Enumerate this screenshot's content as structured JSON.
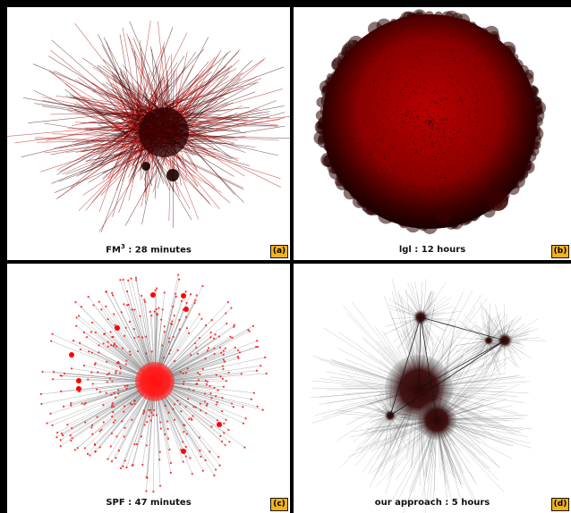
{
  "panels": [
    {
      "id": "a",
      "caption_main": "FM",
      "caption_sup": "3",
      "caption_rest": " : 28 minutes",
      "badge": "(a)"
    },
    {
      "id": "b",
      "caption": "lgl : 12 hours",
      "badge": "(b)"
    },
    {
      "id": "c",
      "caption": "SPF : 47 minutes",
      "badge": "(c)"
    },
    {
      "id": "d",
      "caption": "our approach : 5 hours",
      "badge": "(d)"
    }
  ],
  "colors": {
    "border": "#000000",
    "badge_bg": "#f2b21b",
    "graph_red": "#cc0000",
    "graph_dark": "#3a0000",
    "graph_gray": "#555555"
  }
}
